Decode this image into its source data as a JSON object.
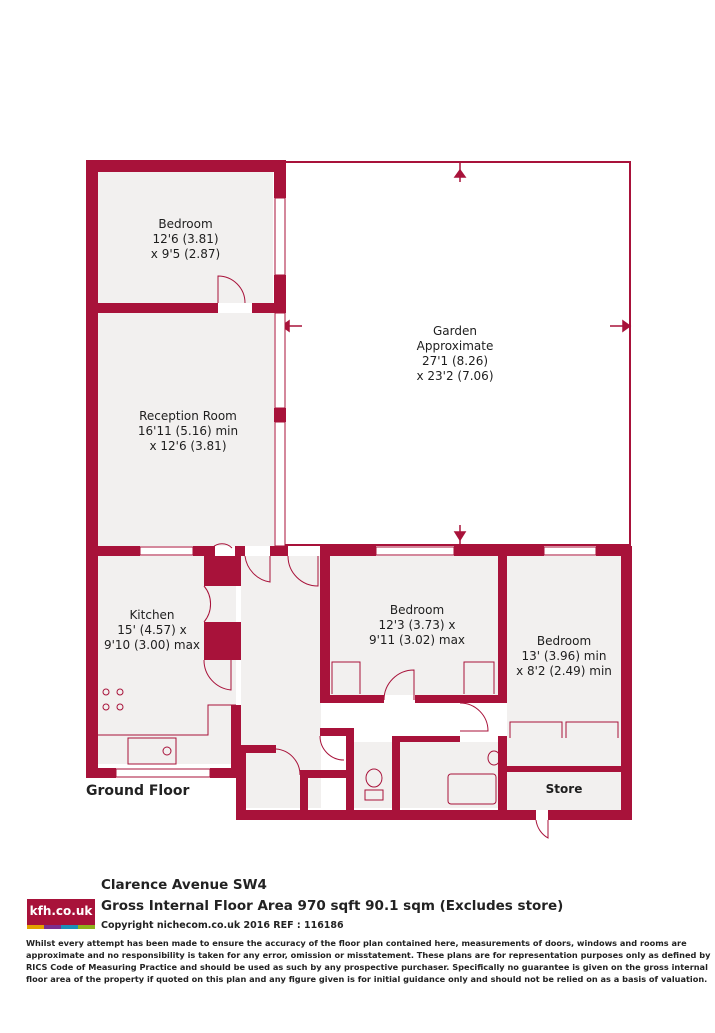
{
  "colors": {
    "wall": "#a8123a",
    "floor": "#f2f0ef",
    "garden": "#ffffff",
    "logo_stripe": [
      "#e2a200",
      "#7a2f8f",
      "#1b8fb8",
      "#8fb21d"
    ]
  },
  "rooms": {
    "bedroom1": {
      "name": "Bedroom",
      "dim1": "12'6 (3.81)",
      "dim2": "x 9'5 (2.87)"
    },
    "garden": {
      "name": "Garden",
      "line2": "Approximate",
      "dim1": "27'1 (8.26)",
      "dim2": "x 23'2 (7.06)"
    },
    "reception": {
      "name": "Reception Room",
      "dim1": "16'11 (5.16) min",
      "dim2": "x 12'6 (3.81)"
    },
    "kitchen": {
      "name": "Kitchen",
      "dim1": "15' (4.57) x",
      "dim2": "9'10 (3.00) max"
    },
    "bedroom2": {
      "name": "Bedroom",
      "dim1": "12'3 (3.73) x",
      "dim2": "9'11 (3.02) max"
    },
    "bedroom3": {
      "name": "Bedroom",
      "dim1": "13' (3.96) min",
      "dim2": "x 8'2 (2.49) min"
    },
    "store": {
      "name": "Store"
    }
  },
  "floor_label": "Ground Floor",
  "footer": {
    "logo": "kfh.co.uk",
    "address": "Clarence Avenue  SW4",
    "gross_area": "Gross Internal Floor Area 970 sqft 90.1 sqm (Excludes store)",
    "copyright": "Copyright nichecom.co.uk 2016 REF : 116186",
    "disclaimer": "Whilst every attempt has been made to ensure the accuracy of the floor plan contained here, measurements of doors, windows and rooms are approximate and no responsibility is taken for any error, omission or misstatement.  These plans are for representation purposes only as defined by RICS Code of Measuring Practice and should be used as such by any prospective purchaser.  Specifically no guarantee is given on the gross internal floor area of the property if quoted on this plan and any figure given is for initial guidance only and should not be relied on as a basis of valuation."
  }
}
